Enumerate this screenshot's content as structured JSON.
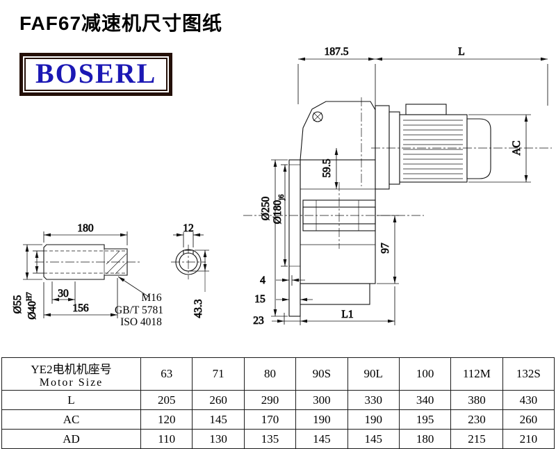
{
  "page": {
    "title": "FAF67减速机尺寸图纸",
    "logo_text": "BOSERL"
  },
  "drawing": {
    "top_width": "187.5",
    "motor_length": "L",
    "motor_diameter": "AC",
    "flange_diameter": "Ø250",
    "spigot_diameter": "Ø180",
    "spigot_tolerance": "j6",
    "dim_59_5": "59.5",
    "dim_97": "97",
    "dim_4": "4",
    "dim_15": "15",
    "dim_23": "23",
    "dim_L1": "L1",
    "shaft": {
      "length": "180",
      "key_width": "12",
      "dia_55": "Ø55",
      "dia_40": "Ø40",
      "dia_40_tolerance": "H7",
      "dim_30": "30",
      "dim_156": "156",
      "key_depth": "43.3",
      "screw": "M16",
      "screw_std_1": "GB/T 5781",
      "screw_std_2": "ISO 4018"
    }
  },
  "table": {
    "header_label_cn": "YE2电机机座号",
    "header_label_en": "Motor Size",
    "sizes": [
      "63",
      "71",
      "80",
      "90S",
      "90L",
      "100",
      "112M",
      "132S"
    ],
    "rows": [
      {
        "label": "L",
        "values": [
          "205",
          "260",
          "290",
          "300",
          "330",
          "340",
          "380",
          "430"
        ]
      },
      {
        "label": "AC",
        "values": [
          "120",
          "145",
          "170",
          "190",
          "190",
          "195",
          "230",
          "260"
        ]
      },
      {
        "label": "AD",
        "values": [
          "110",
          "130",
          "135",
          "145",
          "145",
          "180",
          "215",
          "210"
        ]
      }
    ]
  }
}
